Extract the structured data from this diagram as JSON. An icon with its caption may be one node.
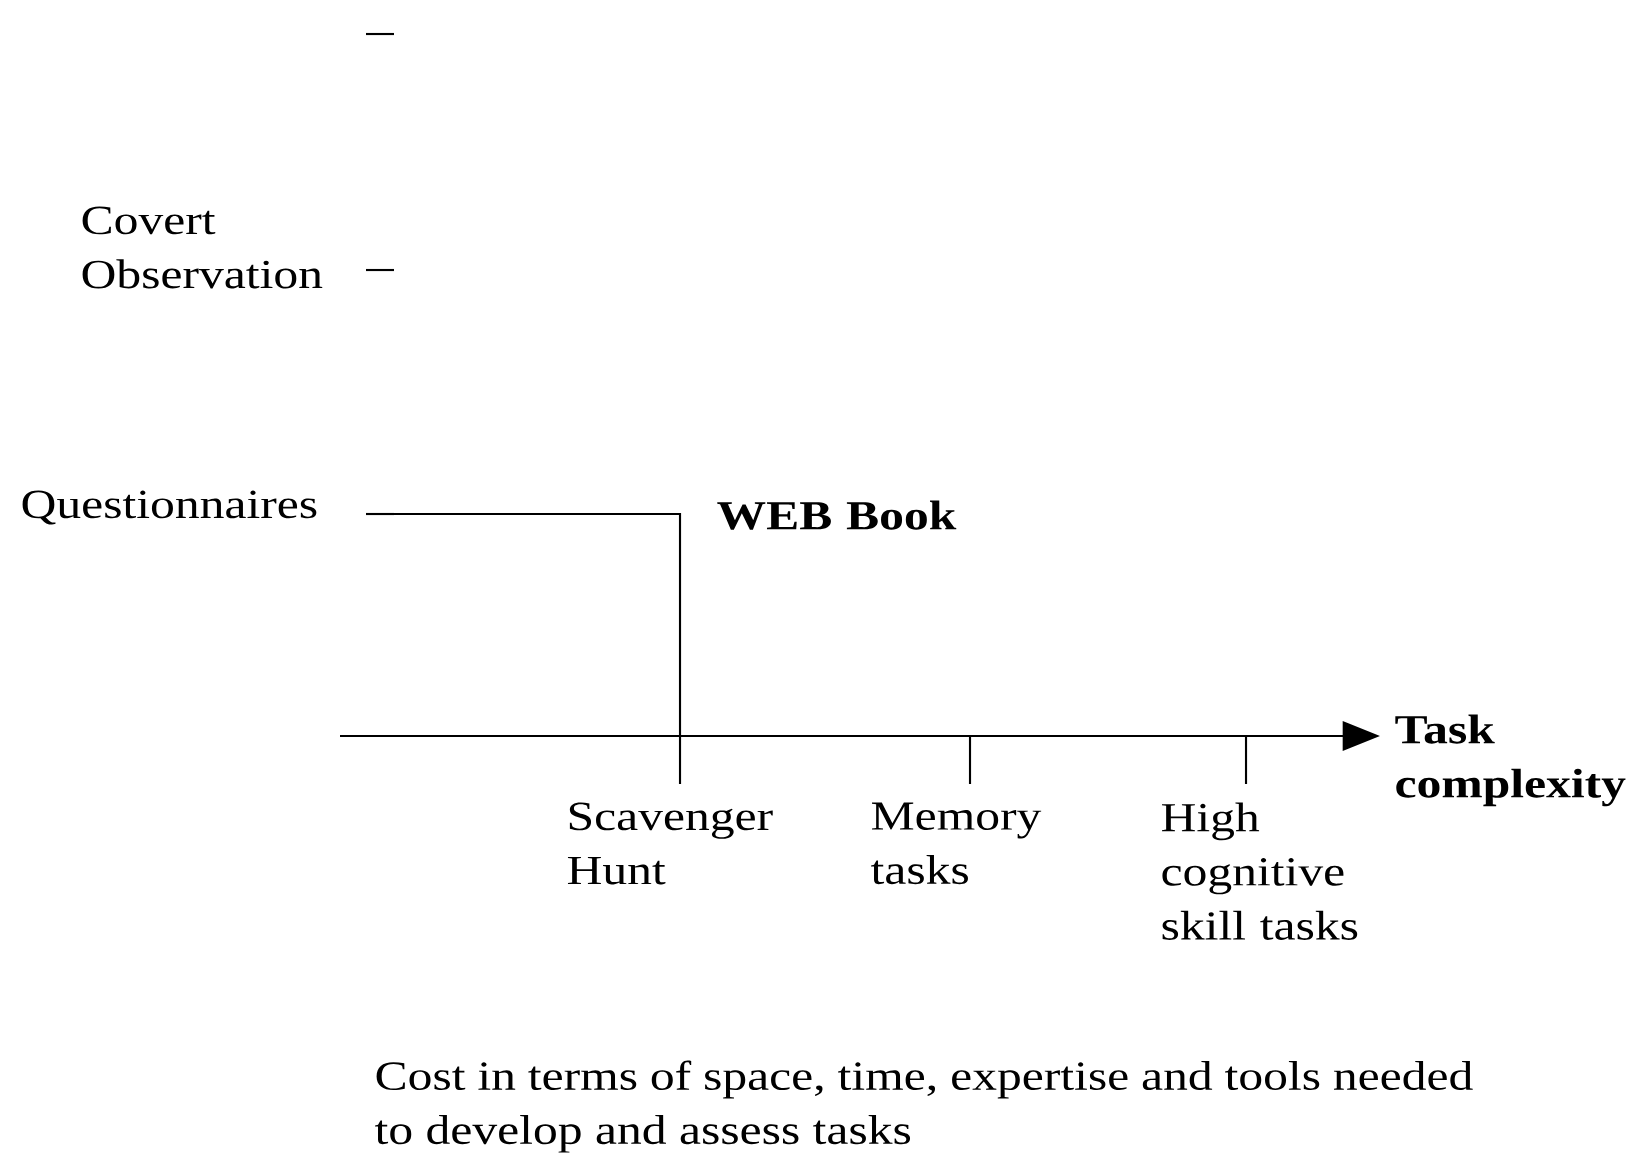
{
  "diagram": {
    "labels": [
      "Covert Observation",
      "Questionnaires",
      "WEB Book",
      "Task complexity",
      "Scavenger Hunt",
      "Memory tasks",
      "High cognitive skill tasks",
      "Cost in terms of space, time, expertise and tools needed to develop and assess tasks"
    ]
  }
}
